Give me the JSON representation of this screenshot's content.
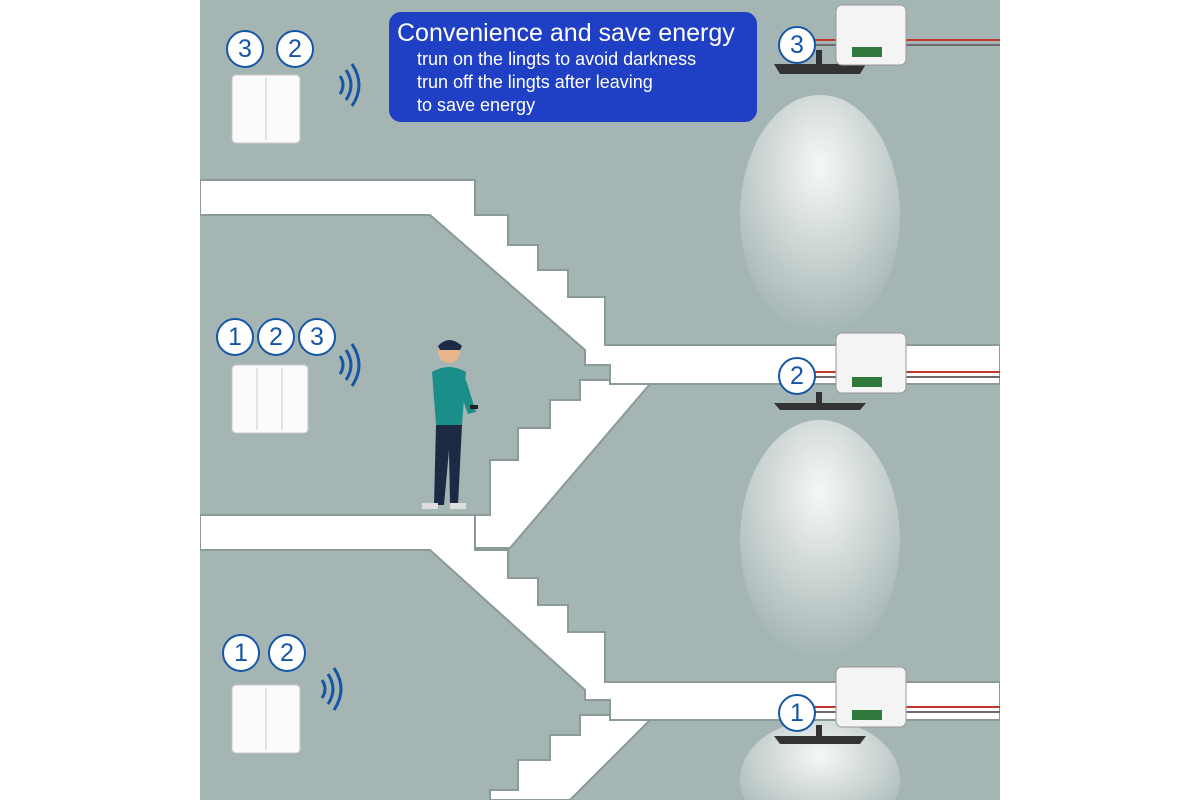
{
  "banner": {
    "title": "Convenience and save energy",
    "lines": [
      "trun on the lingts to  avoid darkness",
      "trun off the lingts after leaving",
      "to save energy"
    ]
  },
  "floors": [
    {
      "level": "top",
      "switch_buttons": [
        "3",
        "2"
      ],
      "module_label": "3"
    },
    {
      "level": "middle",
      "switch_buttons": [
        "1",
        "2",
        "3"
      ],
      "module_label": "2"
    },
    {
      "level": "bottom",
      "switch_buttons": [
        "1",
        "2"
      ],
      "module_label": "1"
    }
  ],
  "icons": [
    "wireless-signal-icon",
    "person-with-phone",
    "ceiling-light",
    "relay-module"
  ],
  "colors": {
    "wall": "#a4b5b3",
    "banner": "#1f3fc4",
    "badge": "#1656a6",
    "wire_red": "#c0392b"
  }
}
